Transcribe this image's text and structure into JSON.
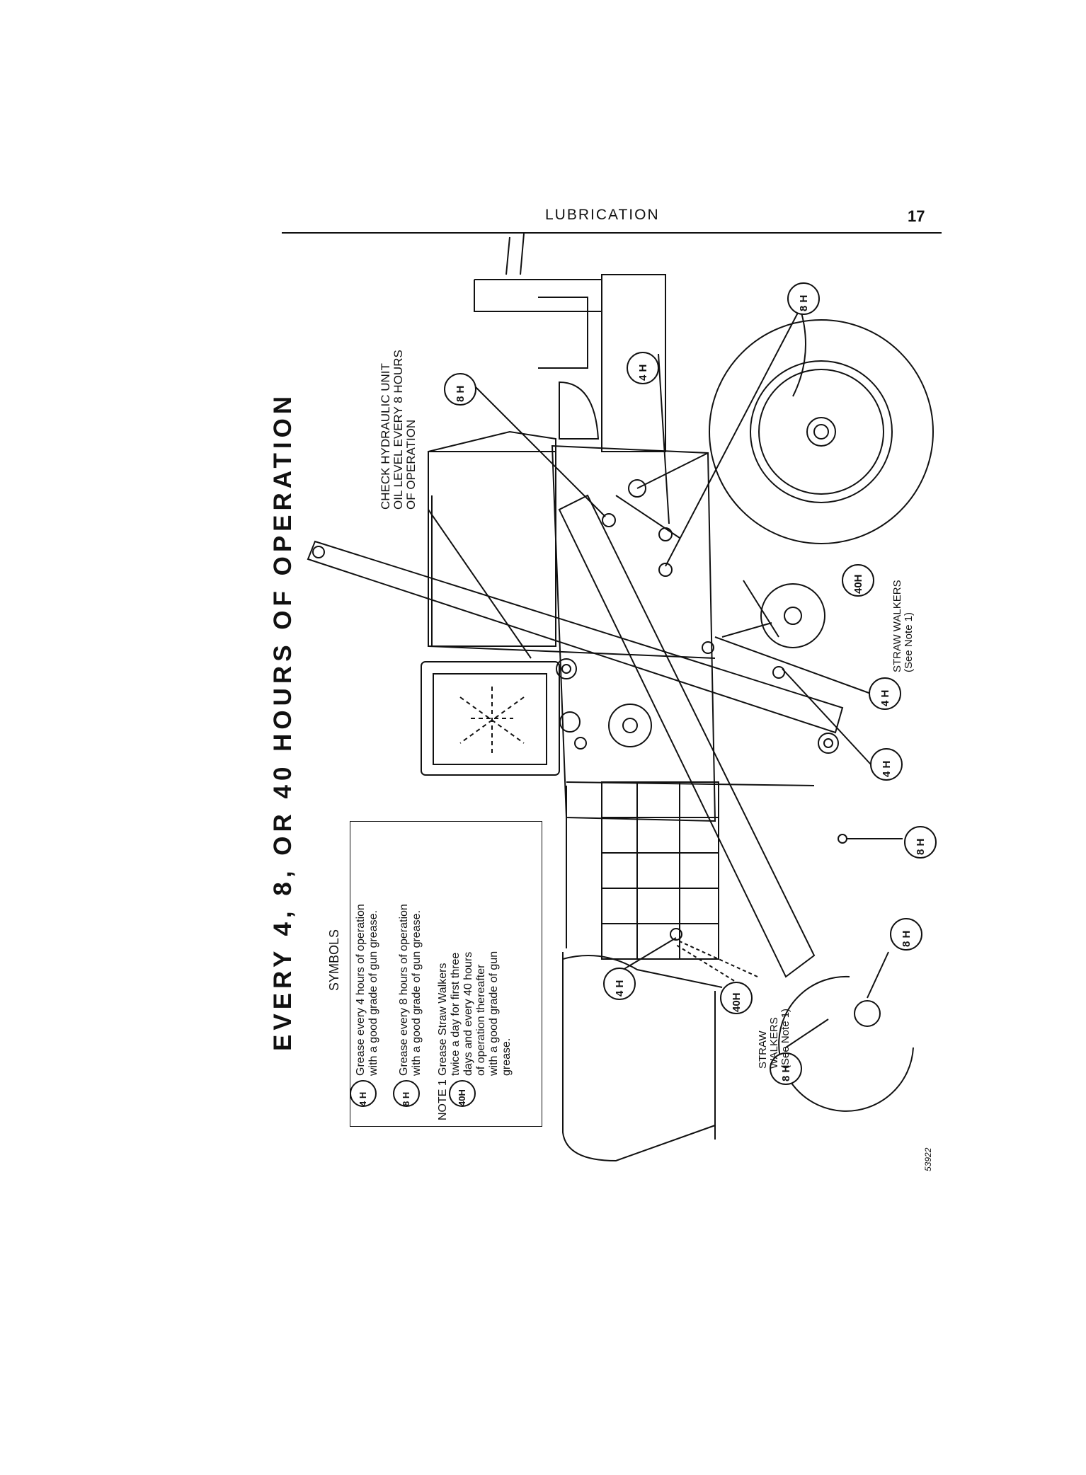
{
  "header": {
    "section_title": "LUBRICATION",
    "page_number": "17"
  },
  "main_title": "EVERY 4, 8, OR 40 HOURS OF OPERATION",
  "legend": {
    "heading": "SYMBOLS",
    "items": [
      {
        "prefix": "",
        "badge": "4 H",
        "text": "Grease every 4 hours of operation\nwith a good grade of gun grease."
      },
      {
        "prefix": "",
        "badge": "8 H",
        "text": "Grease every 8 hours of operation\nwith a good grade of gun grease."
      },
      {
        "prefix": "NOTE 1",
        "badge": "40H",
        "text": "Grease Straw Walkers\ntwice a day for first three\ndays and every 40 hours\nof operation thereafter\nwith a good grade of gun\ngrease."
      }
    ]
  },
  "callouts": {
    "hydraulic": "CHECK HYDRAULIC UNIT\nOIL LEVEL EVERY 8 HOURS\nOF OPERATION",
    "straw_walkers_right": "STRAW WALKERS\n(See Note 1)",
    "straw_walkers_bottom": "STRAW\nWALKERS\n(See Note 1)"
  },
  "badges": [
    "8 H",
    "4 H",
    "8 H",
    "40H",
    "4 H",
    "4 H",
    "8 H",
    "8 H",
    "4 H",
    "40H",
    "8 H"
  ],
  "figure_number": "53922"
}
